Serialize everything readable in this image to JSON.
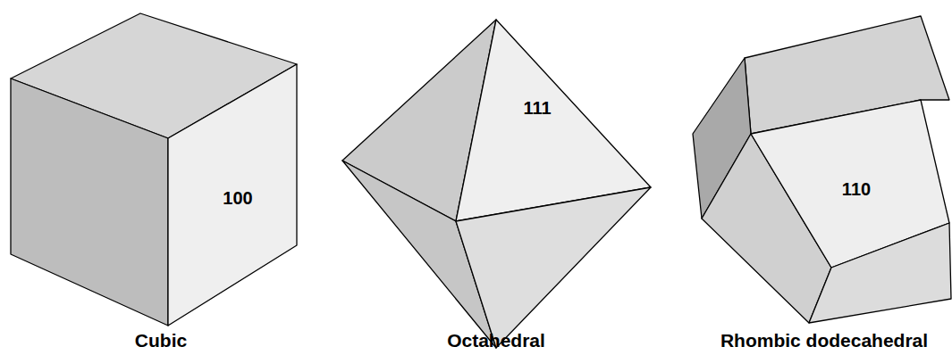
{
  "diagram": {
    "labels": [
      "100",
      "Cubic",
      "111",
      "Octahedral",
      "110",
      "Rhombic dodecahedral"
    ]
  }
}
